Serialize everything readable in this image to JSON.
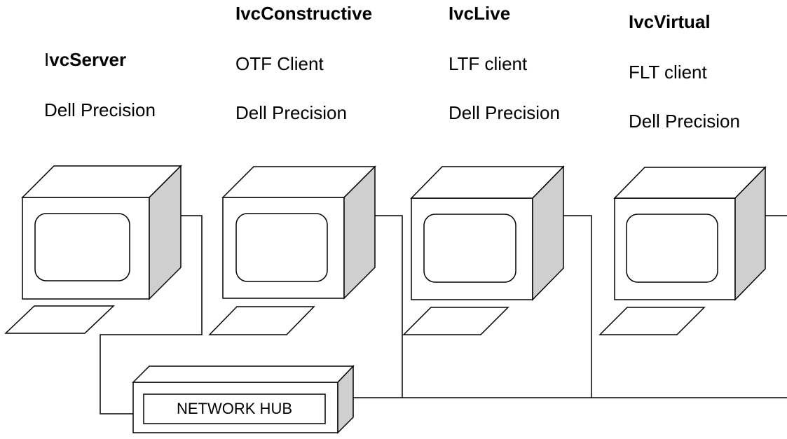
{
  "colors": {
    "stroke": "#000000",
    "side_shade": "#cfcfcf",
    "background": "#ffffff"
  },
  "machines": [
    {
      "name_prefix": "I",
      "name_bold": "vcServer",
      "role": "",
      "hardware": "Dell Precision"
    },
    {
      "name_prefix": "",
      "name_bold": "IvcConstructive",
      "role": "OTF Client",
      "hardware": "Dell Precision"
    },
    {
      "name_prefix": "",
      "name_bold": "IvcLive",
      "role": "LTF client",
      "hardware": "Dell Precision"
    },
    {
      "name_prefix": "",
      "name_bold": "IvcVirtual",
      "role": "FLT client",
      "hardware": "Dell Precision"
    }
  ],
  "hub": {
    "label": "NETWORK HUB"
  },
  "icons": {
    "computer": "monitor-icon",
    "keyboard": "keyboard-icon",
    "hub": "hub-icon"
  }
}
